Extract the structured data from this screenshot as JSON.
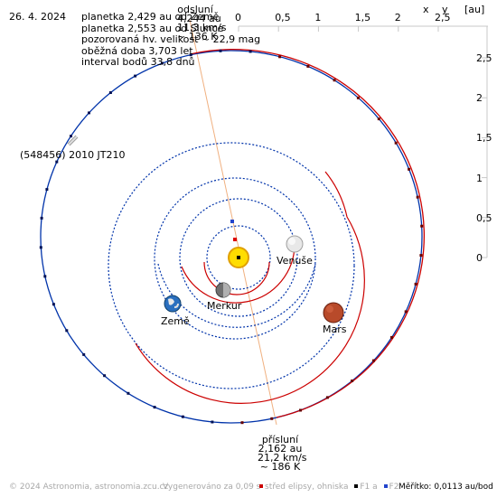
{
  "date": "26. 4. 2024",
  "info_lines": [
    "planetka 2,429 au od Země",
    "planetka 2,553 au od Slunce",
    "pozorovaná hv. velikost ~ 22,9 mag",
    "oběžná doba 3,703 let",
    "interval bodů 33,8 dnů"
  ],
  "axis": {
    "unit": "[au]",
    "x_label": "x",
    "y_label": "y",
    "x_ticks": [
      "0",
      "0,5",
      "1",
      "1,5",
      "2",
      "2,5"
    ],
    "y_ticks": [
      "2,5",
      "2",
      "1,5",
      "1",
      "0,5",
      "0"
    ]
  },
  "aphelion": {
    "title": "odsluní",
    "distance": "4,244 au",
    "speed": "11,3 km/s",
    "temp": "~ 136 K"
  },
  "perihelion": {
    "title": "přísluní",
    "distance": "2,162 au",
    "speed": "21,2 km/s",
    "temp": "~ 186 K"
  },
  "bodies": {
    "asteroid": "(548456) 2010 JT210",
    "earth": "Země",
    "venus": "Venuše",
    "mercury": "Merkur",
    "mars": "Mars"
  },
  "footer": {
    "copyright": "© 2024 Astronomia, astronomia.zcu.cz",
    "generated": "Vygenerováno za 0,09 s",
    "center_legend": "střed elipsy, ohniska",
    "f1_legend": "F1 a",
    "f2_legend": "F2",
    "scale": "Měřítko: 0,0113 au/bod"
  },
  "colors": {
    "orbit_near": "#cc0000",
    "orbit_far": "#0033aa",
    "apsis_line": "#f0b080",
    "grid": "#c8c8c8",
    "sun": "#ffdd00",
    "mars": "#b84a2a"
  }
}
